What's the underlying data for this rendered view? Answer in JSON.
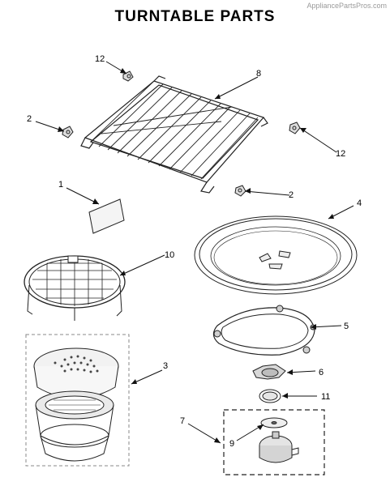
{
  "watermark": "AppliancePartsPros.com",
  "title": "TURNTABLE PARTS",
  "callouts": [
    "12",
    "8",
    "2",
    "12",
    "1",
    "2",
    "4",
    "10",
    "5",
    "3",
    "6",
    "11",
    "7",
    "9"
  ]
}
